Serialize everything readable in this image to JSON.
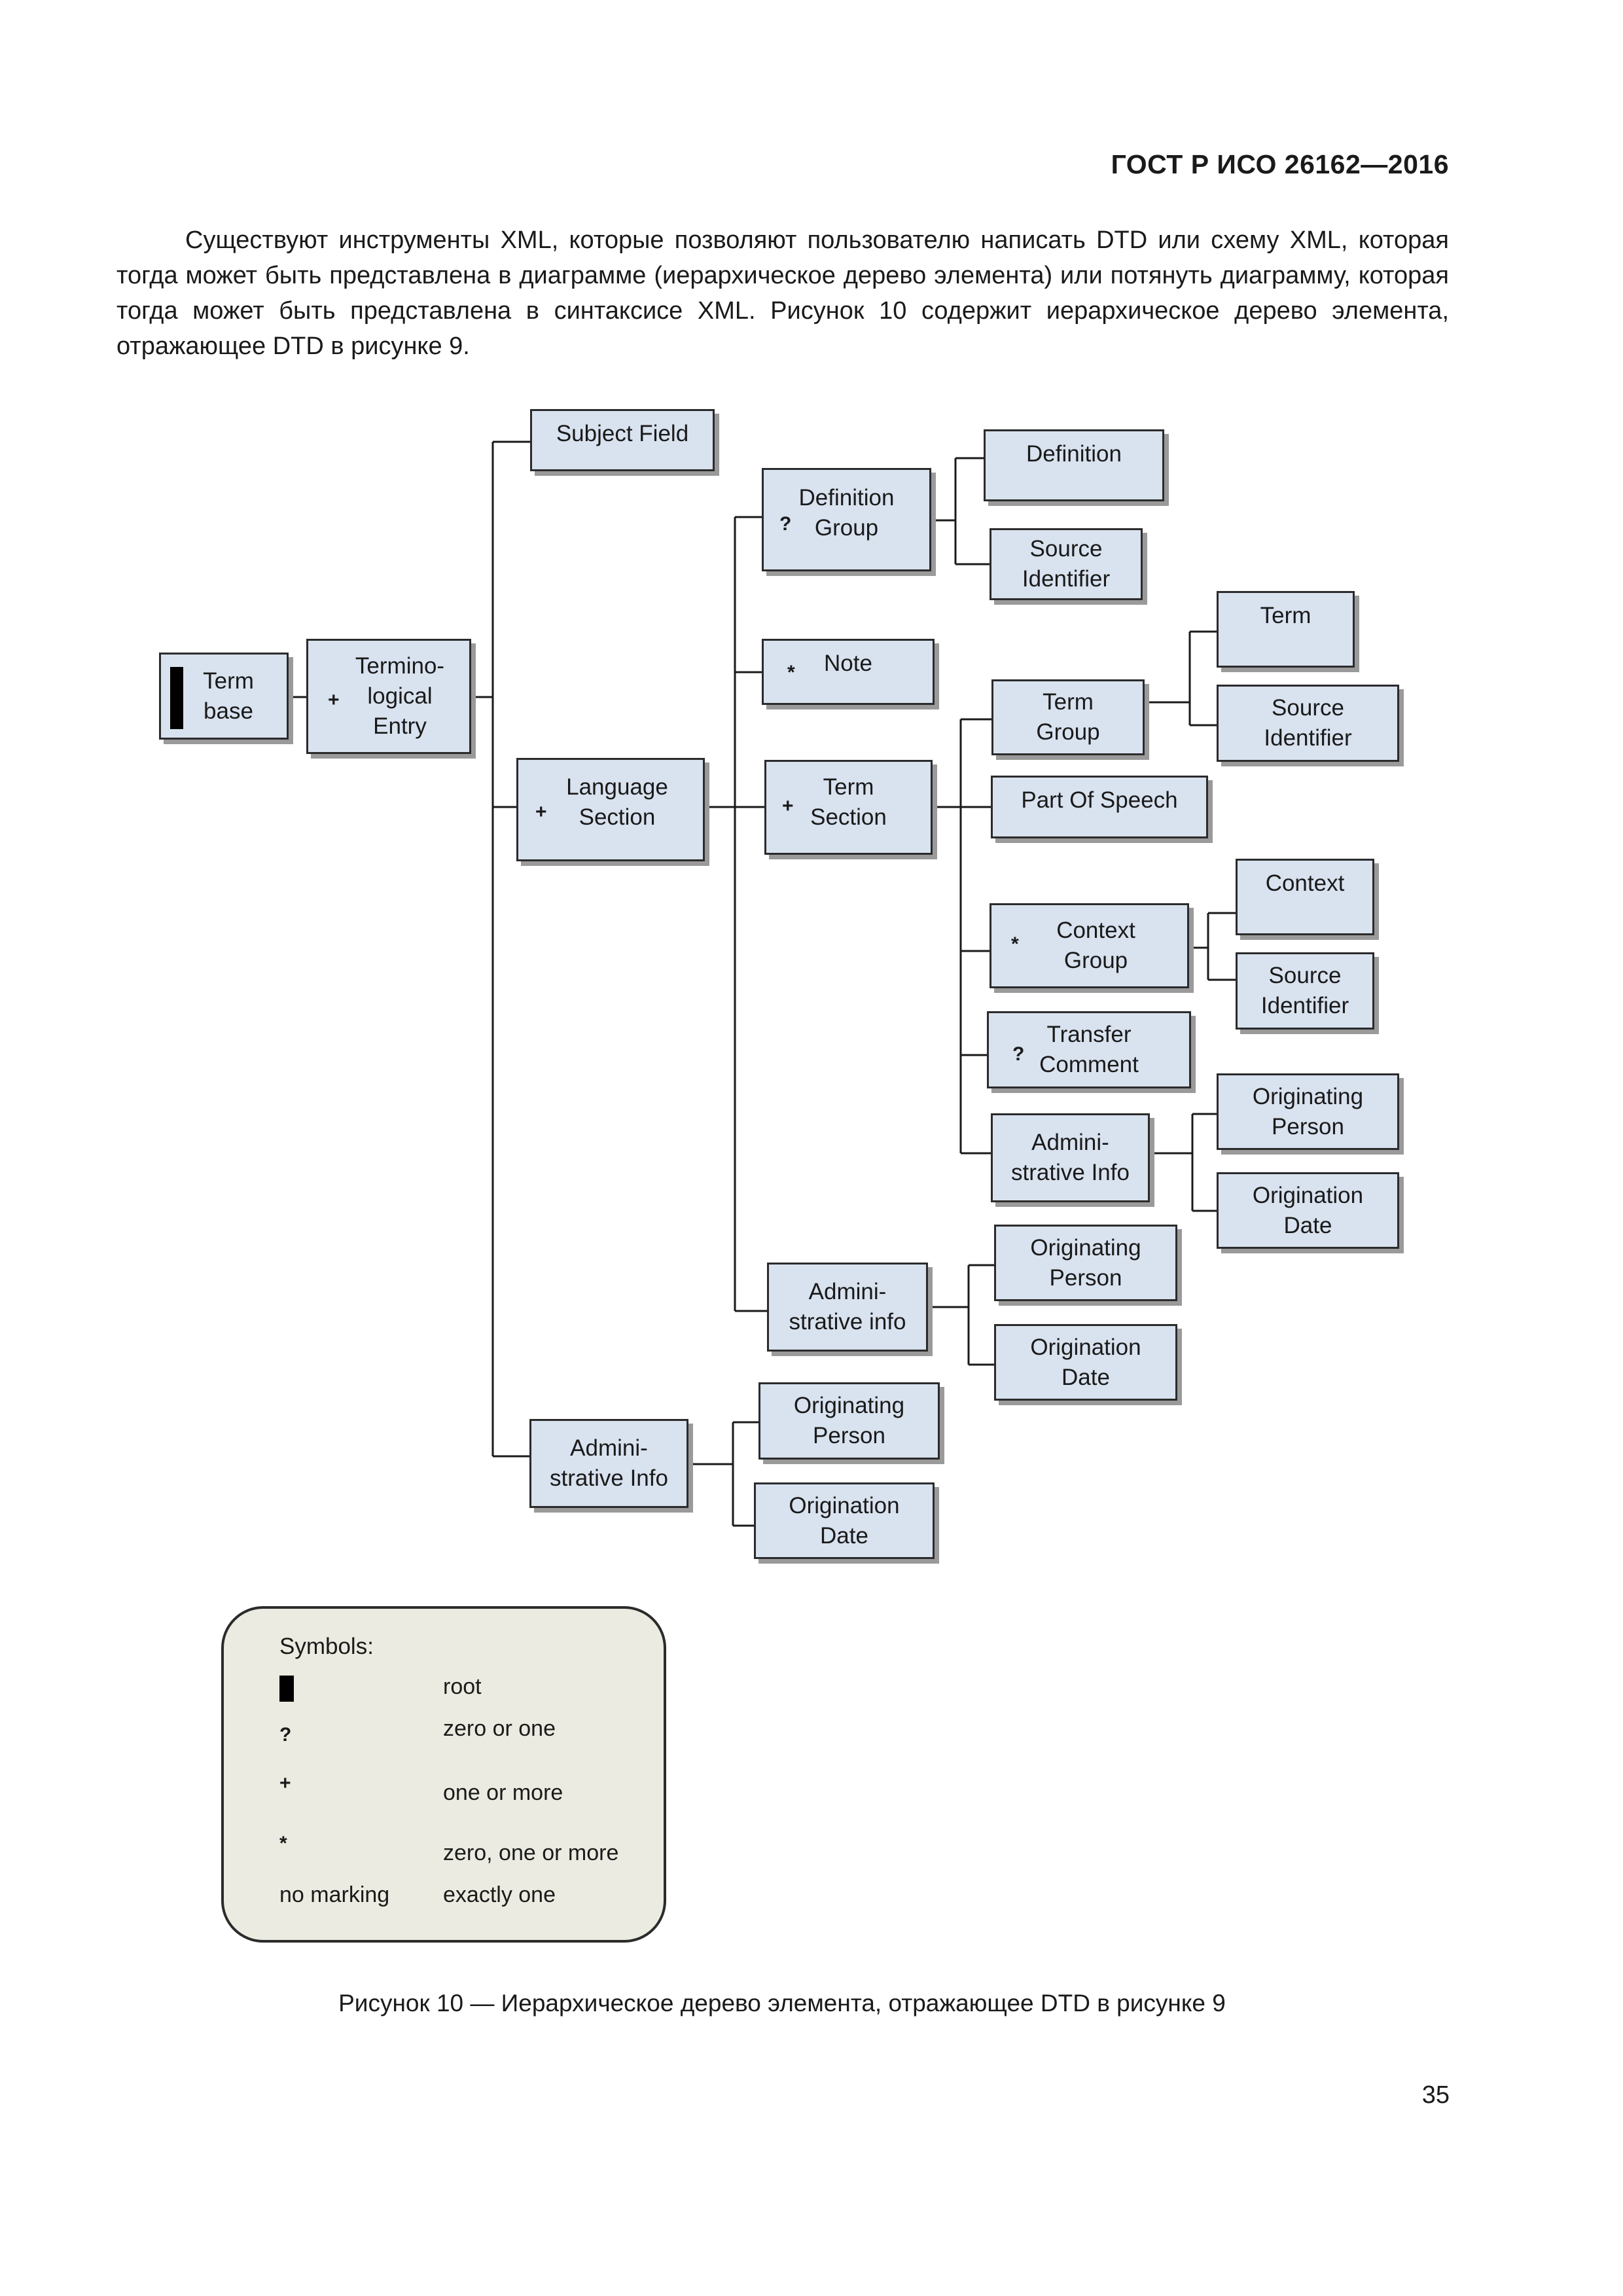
{
  "header": {
    "doc_code": "ГОСТ Р ИСО 26162—2016"
  },
  "intro_text": "Существуют инструменты XML, которые позволяют пользователю написать DTD или схему XML, которая тогда может быть представлена в диаграмме (иерархическое дерево элемента) или потянуть диаграмму, которая тогда может быть представлена в синтаксисе XML. Рисунок 10 содержит иерархическое дерево элемента, отражающее DTD в рисунке 9.",
  "tree": {
    "term_base": {
      "label": "Term\nbase",
      "marker": "root"
    },
    "terminological_entry": {
      "label": "Termino-\nlogical\nEntry",
      "marker": "+"
    },
    "subject_field": {
      "label": "Subject Field",
      "marker": ""
    },
    "language_section": {
      "label": "Language\nSection",
      "marker": "+"
    },
    "entry_admin_info": {
      "label": "Admini-\nstrative Info",
      "marker": ""
    },
    "definition_group": {
      "label": "Definition\nGroup",
      "marker": "?"
    },
    "definition": {
      "label": "Definition",
      "marker": ""
    },
    "def_source_identifier": {
      "label": "Source\nIdentifier",
      "marker": ""
    },
    "note": {
      "label": "Note",
      "marker": "*"
    },
    "term_section": {
      "label": "Term\nSection",
      "marker": "+"
    },
    "lang_admin_info": {
      "label": "Admini-\nstrative info",
      "marker": ""
    },
    "term_group": {
      "label": "Term\nGroup",
      "marker": ""
    },
    "term": {
      "label": "Term",
      "marker": ""
    },
    "term_source_identifier": {
      "label": "Source\nIdentifier",
      "marker": ""
    },
    "part_of_speech": {
      "label": "Part Of Speech",
      "marker": ""
    },
    "context_group": {
      "label": "Context\nGroup",
      "marker": "*"
    },
    "context": {
      "label": "Context",
      "marker": ""
    },
    "ctx_source_identifier": {
      "label": "Source\nIdentifier",
      "marker": ""
    },
    "transfer_comment": {
      "label": "Transfer\nComment",
      "marker": "?"
    },
    "term_admin_info": {
      "label": "Admini-\nstrative Info",
      "marker": ""
    },
    "term_orig_person": {
      "label": "Originating\nPerson",
      "marker": ""
    },
    "term_orig_date": {
      "label": "Origination\nDate",
      "marker": ""
    },
    "lang_orig_person": {
      "label": "Originating\nPerson",
      "marker": ""
    },
    "lang_orig_date": {
      "label": "Origination\nDate",
      "marker": ""
    },
    "entry_orig_person": {
      "label": "Originating\nPerson",
      "marker": ""
    },
    "entry_orig_date": {
      "label": "Origination\nDate",
      "marker": ""
    }
  },
  "legend": {
    "title": "Symbols:",
    "items": [
      {
        "symbol": "root-bar",
        "text": "root"
      },
      {
        "symbol": "?",
        "text": "zero or one"
      },
      {
        "symbol": "+",
        "text": "one or more"
      },
      {
        "symbol": "*",
        "text": "zero, one or more"
      },
      {
        "symbol": "no marking",
        "text": "exactly one"
      }
    ]
  },
  "caption": "Рисунок 10 — Иерархическое дерево элемента, отражающее DTD в рисунке 9",
  "page_number": "35"
}
